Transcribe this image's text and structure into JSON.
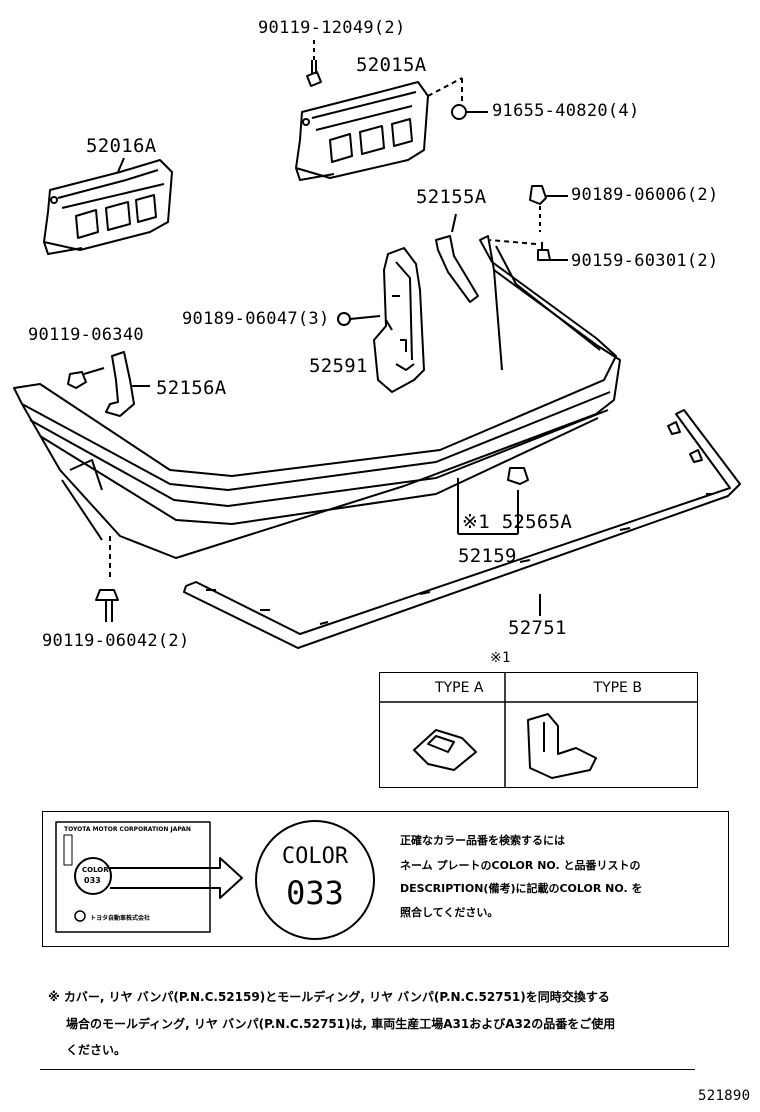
{
  "parts": {
    "p1": "90119-12049(2)",
    "p2": "52015A",
    "p3": "91655-40820(4)",
    "p4": "52016A",
    "p5": "52155A",
    "p6": "90189-06006(2)",
    "p7": "90159-60301(2)",
    "p8": "90189-06047(3)",
    "p9": "90119-06340",
    "p10": "52591",
    "p11": "52156A",
    "p12": "※1 52565A",
    "p13": "52159",
    "p14": "52751",
    "p15": "90119-06042(2)"
  },
  "type_table": {
    "ref_mark": "※1",
    "type_a": "TYPE A",
    "type_b": "TYPE B"
  },
  "color_note": {
    "plate_header": "TOYOTA MOTOR CORPORATION JAPAN",
    "plate_color": "COLOR",
    "plate_code": "033",
    "plate_footer": "トヨタ自動車株式会社",
    "circle_word": "COLOR",
    "circle_code": "033",
    "line1": "正確なカラー品番を検索するには",
    "line2": "ネーム プレートのCOLOR NO. と品番リストの",
    "line3": "DESCRIPTION(備考)に記載のCOLOR NO. を",
    "line4": "照合してください。"
  },
  "footnote": {
    "line1": "※ カバー, リヤ バンパ(P.N.C.52159)とモールディング, リヤ バンパ(P.N.C.52751)を同時交換する",
    "line2": "場合のモールディング, リヤ バンパ(P.N.C.52751)は, 車両生産工場A31およびA32の品番をご使用",
    "line3": "ください。"
  },
  "figure_id": "521890"
}
